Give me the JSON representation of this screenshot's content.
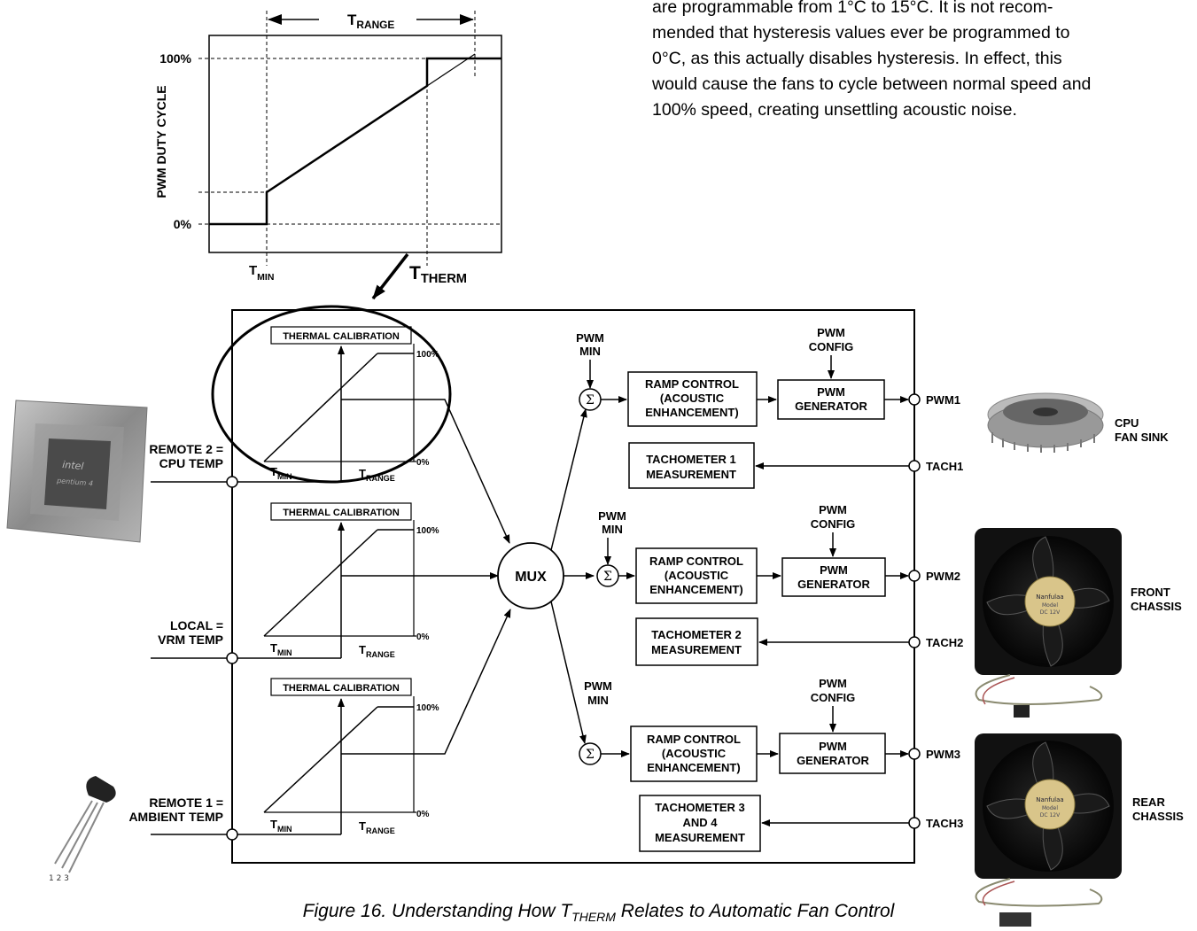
{
  "paragraph": {
    "lines": [
      "are programmable from 1°C to 15°C. It is not recom-",
      "mended that hysteresis values ever be programmed to",
      "0°C, as this actually disables hysteresis. In effect, this",
      "would cause the fans to cycle between normal speed and",
      "100% speed, creating unsettling acoustic noise."
    ]
  },
  "top_plot": {
    "t_range": "T",
    "t_range_sub": "RANGE",
    "y_label": "PWM DUTY CYCLE",
    "y_100": "100%",
    "y_0": "0%",
    "t_min": "T",
    "t_min_sub": "MIN",
    "t_therm": "T",
    "t_therm_sub": "THERM"
  },
  "inputs": [
    {
      "line1": "REMOTE 2 =",
      "line2": "CPU TEMP"
    },
    {
      "line1": "LOCAL =",
      "line2": "VRM TEMP"
    },
    {
      "line1": "REMOTE 1 =",
      "line2": "AMBIENT TEMP"
    }
  ],
  "calibration": {
    "label": "THERMAL CALIBRATION",
    "pct100": "100%",
    "pct0": "0%",
    "tmin": "T",
    "tmin_sub": "MIN",
    "trange": "T",
    "trange_sub": "RANGE"
  },
  "mux": "MUX",
  "pwm_min": {
    "line1": "PWM",
    "line2": "MIN"
  },
  "sigma": "Σ",
  "pwm_config": {
    "line1": "PWM",
    "line2": "CONFIG"
  },
  "ramp": {
    "line1": "RAMP CONTROL",
    "line2": "(ACOUSTIC",
    "line3": "ENHANCEMENT)"
  },
  "generator": {
    "line1": "PWM",
    "line2": "GENERATOR"
  },
  "channels": [
    {
      "pwm": "PWM1",
      "tach": "TACH1",
      "tacho": [
        "TACHOMETER 1",
        "MEASUREMENT"
      ]
    },
    {
      "pwm": "PWM2",
      "tach": "TACH2",
      "tacho": [
        "TACHOMETER 2",
        "MEASUREMENT"
      ]
    },
    {
      "pwm": "PWM3",
      "tach": "TACH3",
      "tacho": [
        "TACHOMETER 3",
        "AND 4",
        "MEASUREMENT"
      ]
    }
  ],
  "fans": [
    {
      "line1": "CPU",
      "line2": "FAN SINK"
    },
    {
      "line1": "FRONT",
      "line2": "CHASSIS"
    },
    {
      "line1": "REAR",
      "line2": "CHASSIS"
    }
  ],
  "cpu_chip_text": [
    "intel",
    "pentium 4"
  ],
  "fan_sticker": [
    "Nanfulaa",
    "Model",
    "DC 12V"
  ],
  "sensor_pins": "1 2 3",
  "caption": {
    "pre": "Figure 16.  Understanding How T",
    "sub": "THERM",
    "post": " Relates to Automatic Fan Control"
  }
}
